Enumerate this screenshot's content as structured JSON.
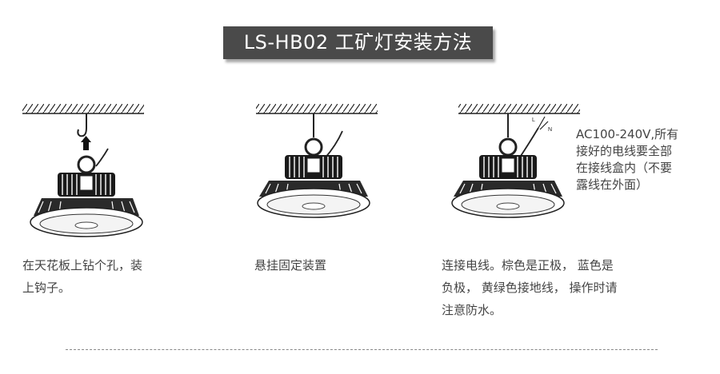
{
  "title": "LS-HB02 工矿灯安装方法",
  "steps": [
    {
      "caption": "在天花板上钻个孔，装\n上钩子。"
    },
    {
      "caption": "悬挂固定装置"
    },
    {
      "caption": "连接电线。棕色是正极，  蓝色是\n负极，  黄绿色接地线，  操作时请\n注意防水。"
    }
  ],
  "wiring_note": "AC100-240V,所有\n接好的电线要全部\n在接线盒内（不要\n露线在外面）",
  "wire_labels": {
    "live": "L",
    "neutral": "N"
  },
  "colors": {
    "title_bg": "#4a4a4a",
    "title_text": "#ffffff",
    "line_art": "#222222"
  }
}
